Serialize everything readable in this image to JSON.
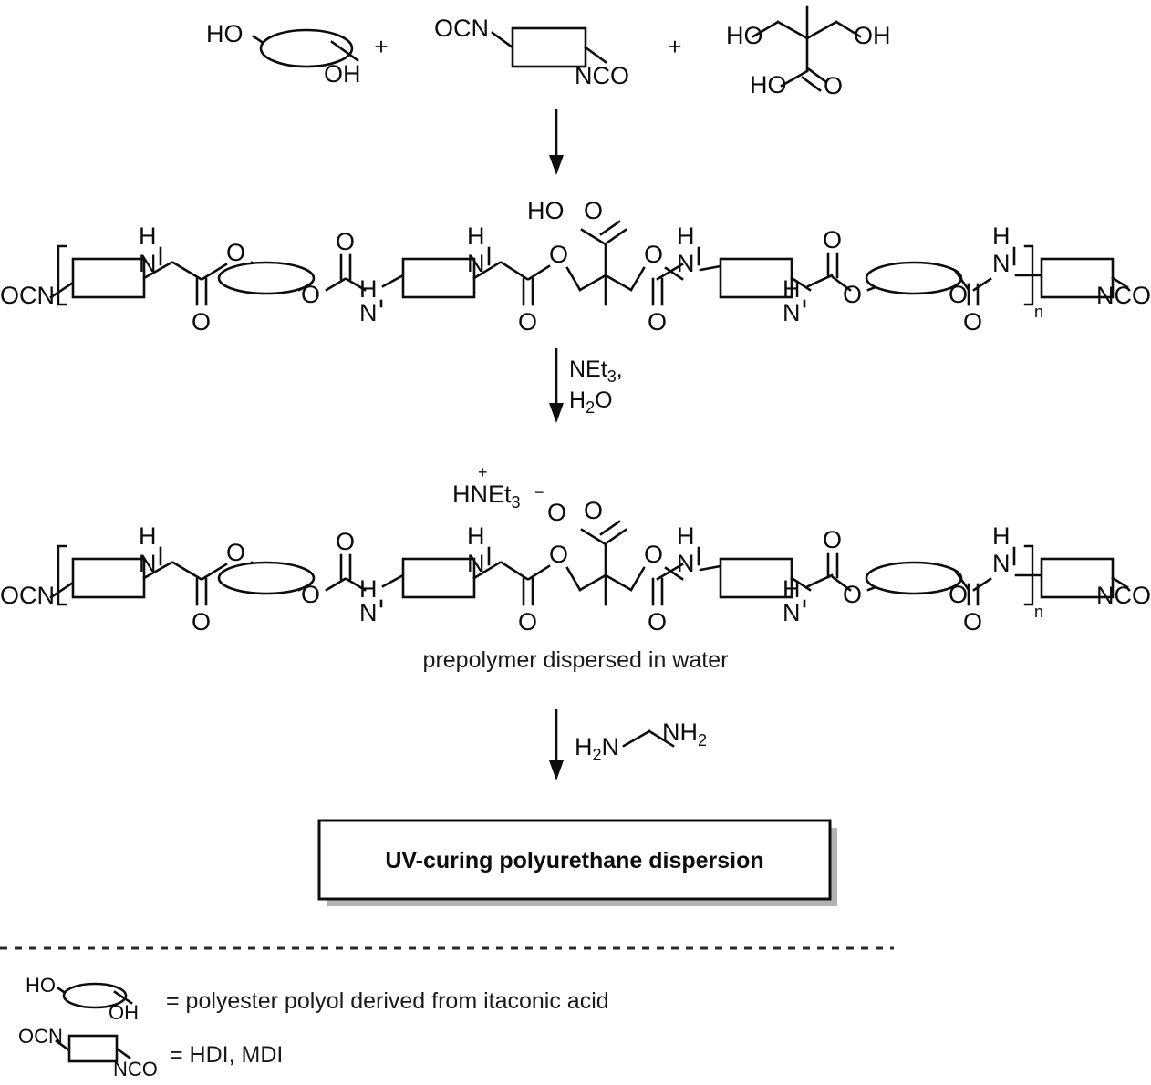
{
  "scheme": {
    "title": "UV-curing polyurethane dispersion synthesis scheme",
    "reactants_row": {
      "polyol": {
        "left_label": "HO",
        "right_label": "OH",
        "shape": "ellipse"
      },
      "plus_1": "+",
      "diisocyanate": {
        "left_label": "OCN",
        "right_label": "NCO",
        "shape": "rectangle"
      },
      "plus_2": "+",
      "dmpa": {
        "left_label": "HO",
        "right_label": "OH",
        "acid_label": "HO",
        "carbonyl_label": "O",
        "methyl": ""
      }
    },
    "arrow_1": {
      "label": ""
    },
    "prepolymer": {
      "terminus_left": "OCN",
      "terminus_right": "NCO",
      "repeat_subscript": "n",
      "nh_labels": [
        "H",
        "N",
        "H",
        "N",
        "H",
        "N",
        "H",
        "N",
        "H",
        "N",
        "H",
        "N"
      ],
      "o_labels": [
        "O",
        "O",
        "O",
        "O",
        "O",
        "O",
        "O",
        "O"
      ],
      "carbonyl_labels": [
        "O",
        "O",
        "O",
        "O",
        "O",
        "O"
      ],
      "acid_left": "HO",
      "acid_right": "O"
    },
    "arrow_2": {
      "reagent_line_1": "NEt",
      "reagent_sub_1": "3",
      "reagent_comma": ",",
      "reagent_line_2": "H",
      "reagent_sub_2": "2",
      "reagent_line_2b": "O"
    },
    "dispersed_prepolymer": {
      "terminus_left": "OCN",
      "terminus_right": "NCO",
      "repeat_subscript": "n",
      "counterion": "HNEt",
      "counterion_sub": "3",
      "counterion_charge": "+",
      "carboxylate_charge": "−",
      "carboxylate_o": "O",
      "carbonyl_o": "O"
    },
    "caption_1": "prepolymer dispersed in water",
    "arrow_3": {
      "reagent_left": "H",
      "reagent_left_sub": "2",
      "reagent_left_n": "N",
      "reagent_right_n": "NH",
      "reagent_right_sub": "2"
    },
    "result_box": {
      "text": "UV-curing polyurethane dispersion"
    },
    "legend": [
      {
        "structure": "ellipse",
        "left_label": "HO",
        "right_label": "OH",
        "text": "= polyester polyol derived from itaconic acid"
      },
      {
        "structure": "rectangle",
        "left_label": "OCN",
        "right_label": "NCO",
        "text": "= HDI, MDI"
      }
    ],
    "colors": {
      "ink": "#0d0d0d",
      "background": "#ffffff",
      "shadow": "#9a9a9a",
      "dash": "#2a2a2a"
    }
  }
}
